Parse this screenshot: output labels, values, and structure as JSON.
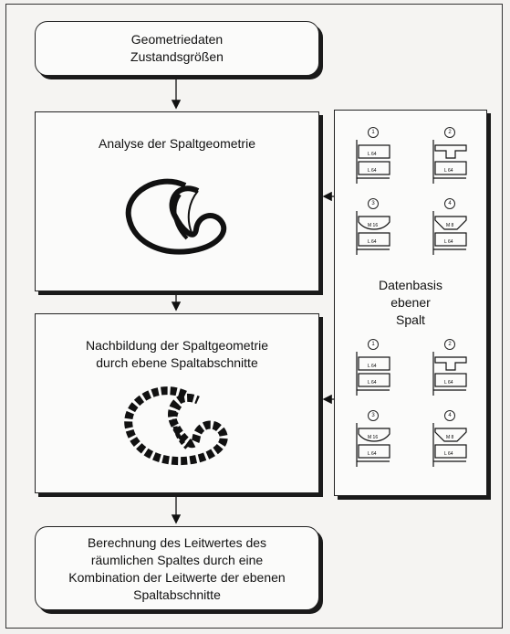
{
  "top_box": {
    "line1": "Geometriedaten",
    "line2": "Zustandsgrößen"
  },
  "analyse_box": {
    "title": "Analyse der Spaltgeometrie"
  },
  "nachbildung_box": {
    "line1": "Nachbildung der Spaltgeometrie",
    "line2": "durch ebene Spaltabschnitte"
  },
  "bottom_box": {
    "line1": "Berechnung des Leitwertes des",
    "line2": "räumlichen Spaltes durch eine",
    "line3": "Kombination der Leitwerte der ebenen",
    "line4": "Spaltabschnitte"
  },
  "database_box": {
    "line1": "Datenbasis",
    "line2": "ebener",
    "line3": "Spalt",
    "tiles_top": [
      {
        "num": "1",
        "labels": [
          "L 64",
          "L 64"
        ]
      },
      {
        "num": "2",
        "labels": [
          "L 64"
        ]
      },
      {
        "num": "3",
        "labels": [
          "M 16",
          "L 64"
        ]
      },
      {
        "num": "4",
        "labels": [
          "M 8",
          "L 64"
        ]
      }
    ],
    "tiles_bottom": [
      {
        "num": "1",
        "labels": [
          "L 64",
          "L 64"
        ]
      },
      {
        "num": "2",
        "labels": [
          "L 64"
        ]
      },
      {
        "num": "3",
        "labels": [
          "M 16",
          "L 64"
        ]
      },
      {
        "num": "4",
        "labels": [
          "M 8",
          "L 64"
        ]
      }
    ]
  }
}
